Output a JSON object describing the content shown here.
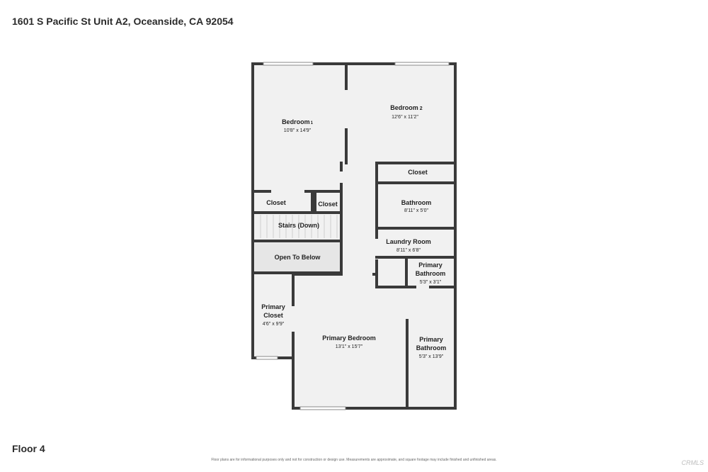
{
  "header": {
    "address": "1601 S Pacific St Unit A2, Oceanside, CA 92054"
  },
  "footer": {
    "floor": "Floor 4",
    "disclaimer": "Floor plans are for informational purposes only and not for construction or design use. Measurements are approximate, and square footage may include finished and unfinished areas.",
    "watermark": "CRMLS"
  },
  "rooms": {
    "bedroom1": {
      "name": "Bedroom",
      "num": "1",
      "dims": "10'8\" x 14'9\""
    },
    "bedroom2": {
      "name": "Bedroom",
      "num": "2",
      "dims": "12'6\" x 11'2\""
    },
    "closet_top_right": {
      "name": "Closet"
    },
    "closet_left": {
      "name": "Closet"
    },
    "closet_mid": {
      "name": "Closet"
    },
    "bathroom": {
      "name": "Bathroom",
      "dims": "8'11\" x 5'0\""
    },
    "stairs": {
      "name": "Stairs (Down)"
    },
    "laundry": {
      "name": "Laundry Room",
      "dims": "8'11\" x 6'8\""
    },
    "open_below": {
      "name": "Open To Below"
    },
    "primary_bath_small": {
      "line1": "Primary",
      "line2": "Bathroom",
      "dims": "5'3\" x 3'1\""
    },
    "primary_closet": {
      "line1": "Primary",
      "line2": "Closet",
      "dims": "4'6\" x 9'9\""
    },
    "primary_bedroom": {
      "name": "Primary Bedroom",
      "dims": "13'1\" x 15'7\""
    },
    "primary_bath_large": {
      "line1": "Primary",
      "line2": "Bathroom",
      "dims": "5'3\" x 13'9\""
    }
  }
}
